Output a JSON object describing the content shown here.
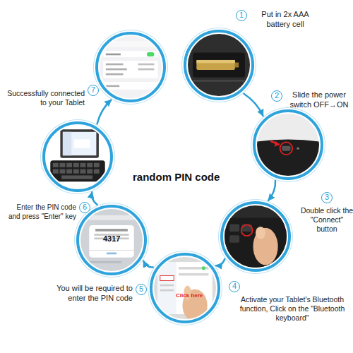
{
  "diagram": {
    "nodes": [
      {
        "text": [
          "1",
          "Put in 2x AAA battery cell"
        ]
      },
      {
        "text": [
          "2",
          "Slide the power switch OFF→ON"
        ]
      },
      {
        "text": [
          "3",
          "Double click the \"Connect\" button"
        ]
      },
      {
        "text": [
          "4",
          "Activate your Tablet's Bluetooth function, Click on the \"Bluetooth keyboard\""
        ]
      },
      {
        "text": [
          "5",
          "You will be required to enter the PIN code"
        ]
      },
      {
        "text": [
          "6",
          "Enter the PIN code and press \"Enter\" key"
        ]
      },
      {
        "text": [
          "7",
          "Successfully connected to your Tablet"
        ]
      }
    ],
    "edges": [
      {
        "from": 0,
        "to": 1,
        "arrow": "to"
      },
      {
        "from": 1,
        "to": 2,
        "arrow": "to"
      },
      {
        "from": 2,
        "to": 3,
        "arrow": "to"
      },
      {
        "from": 3,
        "to": 4,
        "arrow": "to"
      },
      {
        "from": 4,
        "to": 5,
        "arrow": "to"
      },
      {
        "from": 5,
        "to": 6,
        "arrow": "to"
      }
    ],
    "labels": [
      "random PIN code",
      "Click here",
      "4317"
    ]
  }
}
